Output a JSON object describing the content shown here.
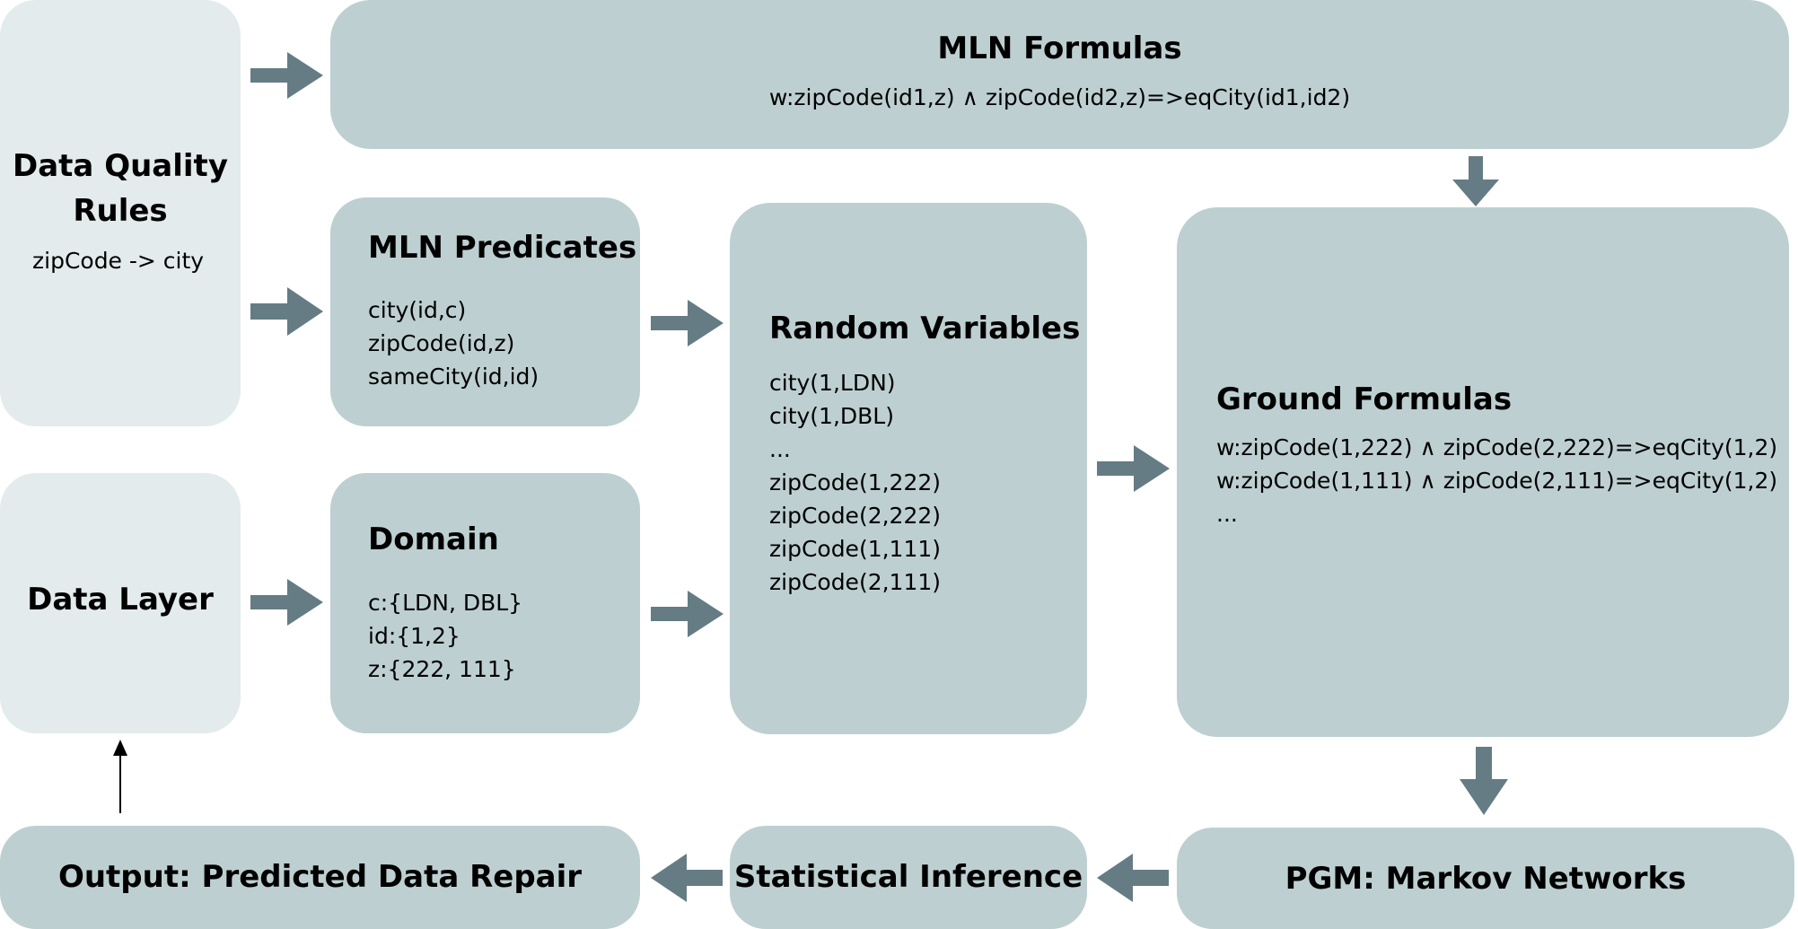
{
  "colors": {
    "box_fill": "#bdcfd1",
    "box_fill_light": "#e3ebec",
    "arrow": "#657c84",
    "text": "#000000"
  },
  "boxes": {
    "data_quality_rules": {
      "title_line1": "Data Quality",
      "title_line2": "Rules",
      "text": "zipCode -> city"
    },
    "mln_formulas": {
      "title": "MLN Formulas",
      "formula": "w:zipCode(id1,z) ∧ zipCode(id2,z)=>eqCity(id1,id2)"
    },
    "mln_predicates": {
      "title": "MLN Predicates",
      "lines": [
        "city(id,c)",
        "zipCode(id,z)",
        "sameCity(id,id)"
      ]
    },
    "random_variables": {
      "title": "Random Variables",
      "lines": [
        "city(1,LDN)",
        "city(1,DBL)",
        "...",
        "zipCode(1,222)",
        "zipCode(2,222)",
        "zipCode(1,111)",
        "zipCode(2,111)"
      ]
    },
    "ground_formulas": {
      "title": "Ground Formulas",
      "lines": [
        "w:zipCode(1,222) ∧ zipCode(2,222)=>eqCity(1,2)",
        "w:zipCode(1,111) ∧ zipCode(2,111)=>eqCity(1,2)",
        "..."
      ]
    },
    "data_layer": {
      "title": "Data Layer"
    },
    "domain": {
      "title": "Domain",
      "lines": [
        "c:{LDN, DBL}",
        "id:{1,2}",
        "z:{222, 111}"
      ]
    },
    "output": {
      "title": "Output: Predicted Data Repair"
    },
    "statistical_inference": {
      "title": "Statistical Inference"
    },
    "pgm": {
      "title": "PGM: Markov Networks"
    }
  }
}
